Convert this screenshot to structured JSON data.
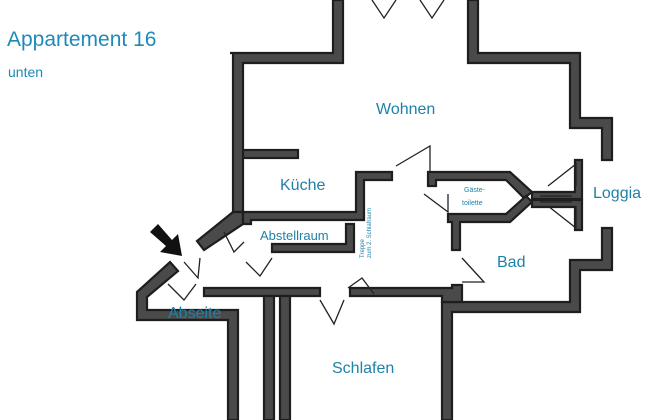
{
  "title": "Appartement 16",
  "subtitle": "unten",
  "rooms": {
    "wohnen": "Wohnen",
    "kueche": "Küche",
    "abstellraum": "Abstellraum",
    "gaeste_line1": "Gäste-",
    "gaeste_line2": "toilette",
    "bad": "Bad",
    "loggia": "Loggia",
    "abseite": "Abseite",
    "schlafen": "Schlafen"
  },
  "stairs_line1": "Treppe",
  "stairs_line2": "zum 2. Schlafraum",
  "colors": {
    "label": "#1e82a8",
    "wall": "#4a4a4a"
  }
}
